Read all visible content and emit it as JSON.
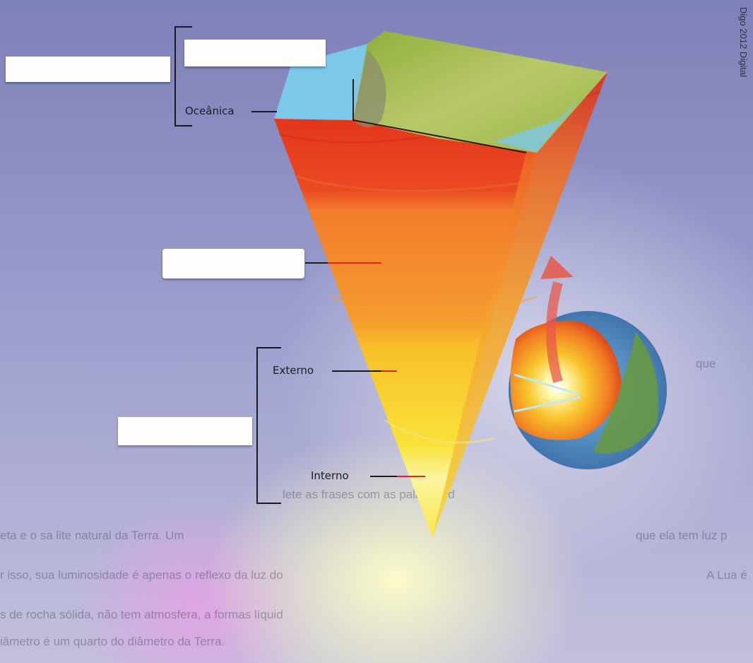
{
  "labels": {
    "crust_oceanic": "Oceânica",
    "core_outer": "Externo",
    "core_inner": "Interno"
  },
  "credit": "Digo 2012 Digital",
  "background_text": [
    "que",
    "lete as frases com as palavras d",
    "eta e o sa lite natural da Terra. Um",
    "r isso, sua luminosidade é apenas o reflexo da luz do",
    "s de rocha sólida, não tem atmosfera, a formas líquid",
    "iâmetro é um quarto do diâmetro da Terra.",
    "que ela tem luz p",
    "A Lua é"
  ],
  "colors": {
    "ocean": "#7cc8e8",
    "land": "#a6c24e",
    "crust": "#e23a1e",
    "mantle": "#f47a2a",
    "outer_core": "#f7b42a",
    "inner_core": "#f6e83a",
    "leader_line": "#e0261e",
    "bracket": "#1a1a22"
  }
}
